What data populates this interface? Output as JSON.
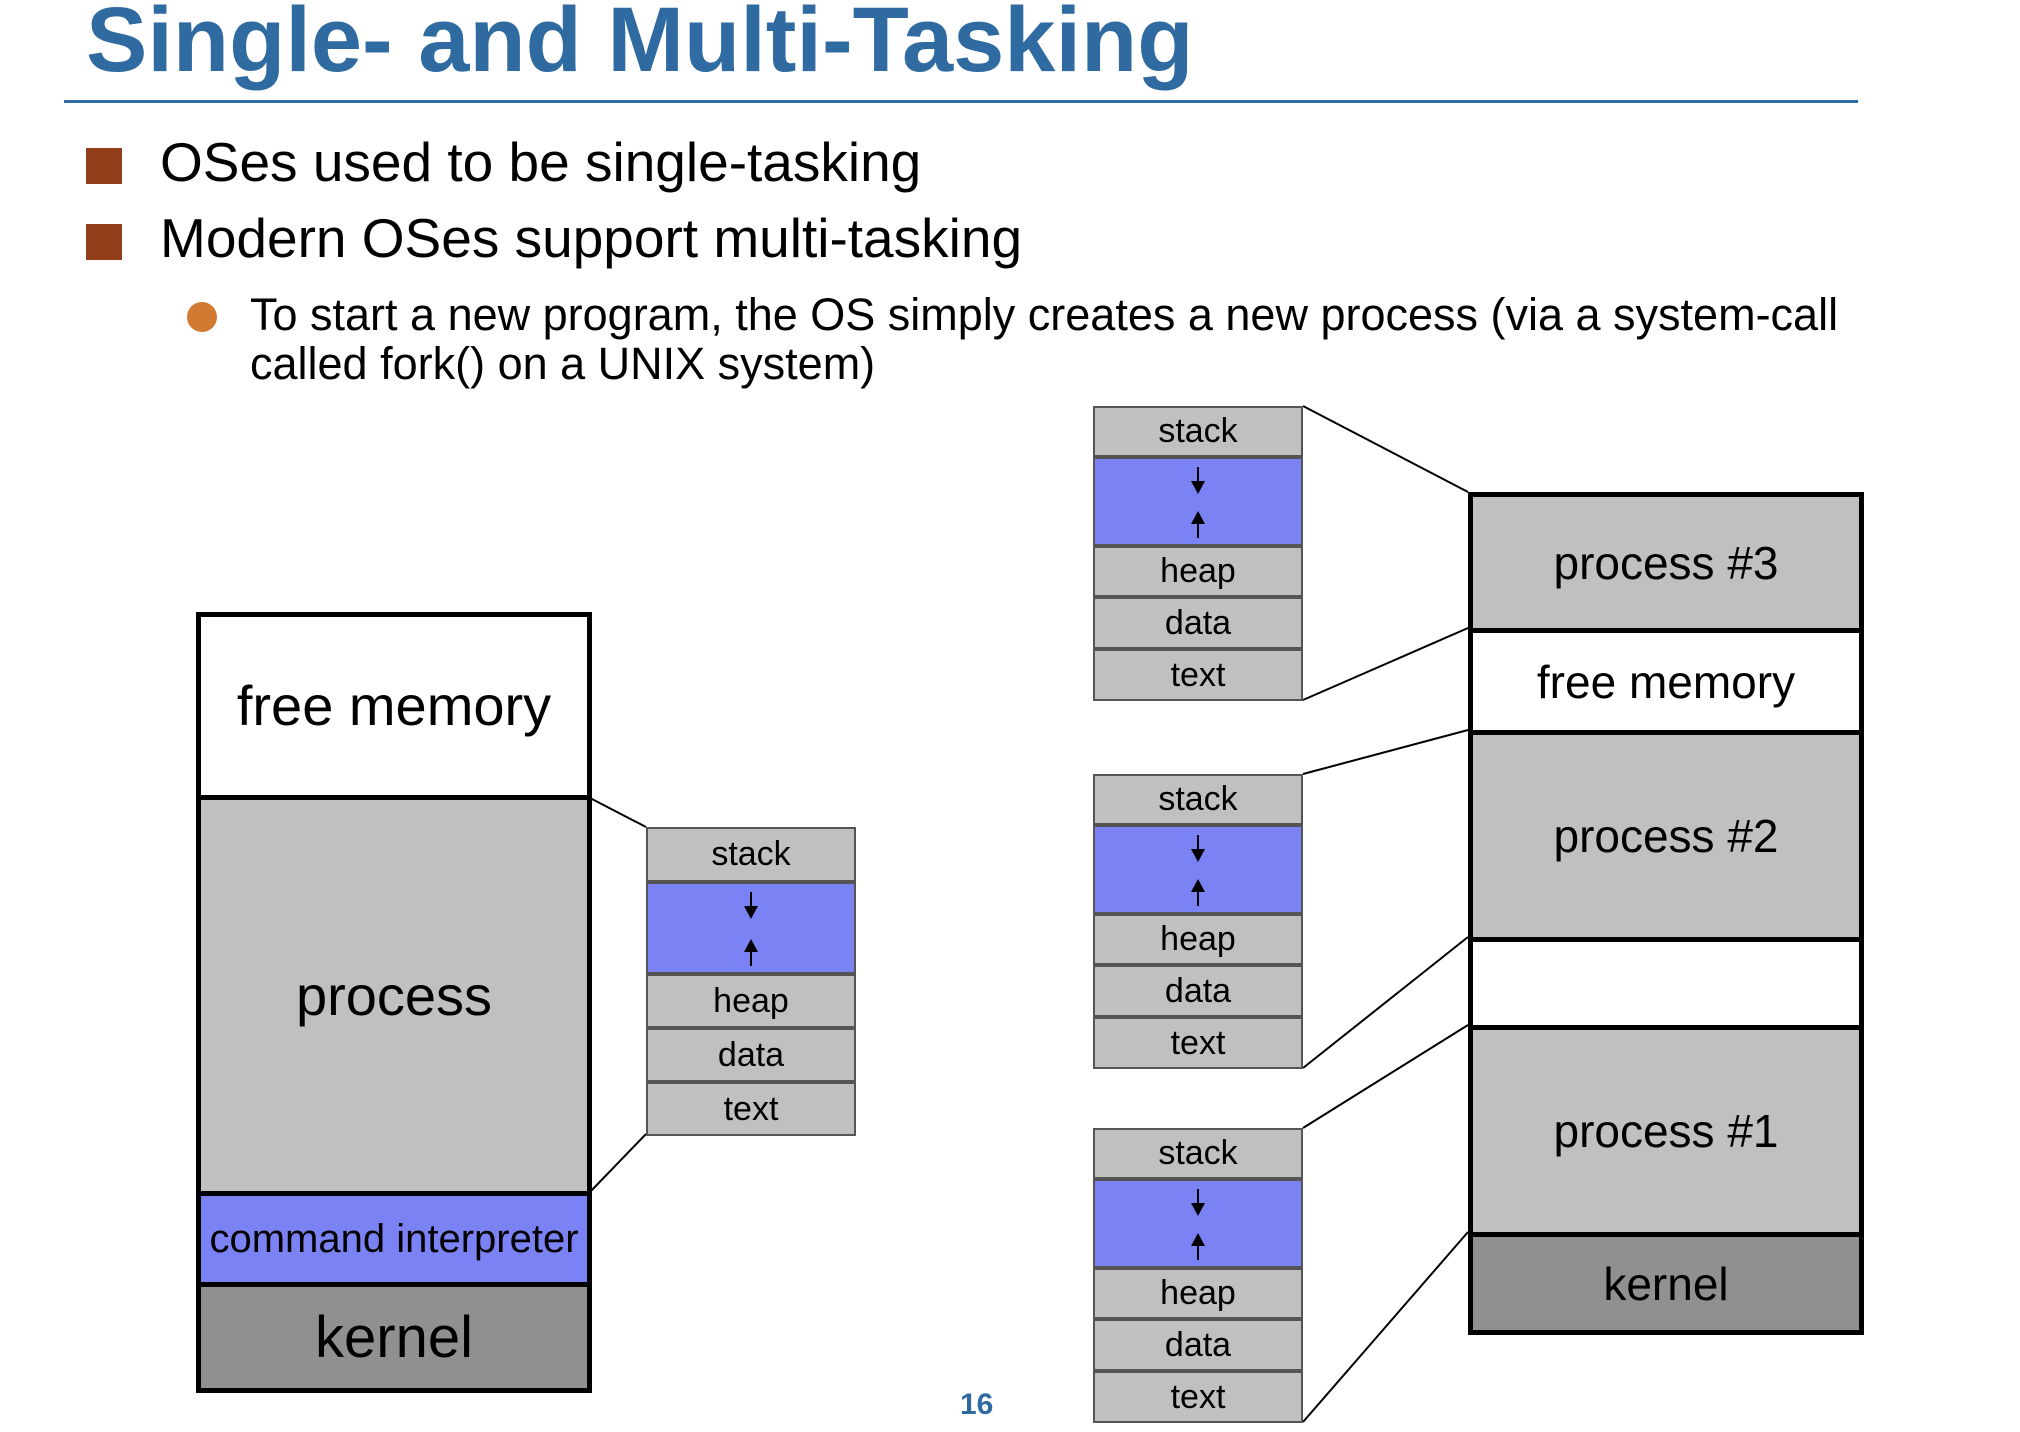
{
  "slide": {
    "title": "Single- and Multi-Tasking",
    "bullets": [
      "OSes used to be single-tasking",
      "Modern OSes support multi-tasking"
    ],
    "sub_bullet": "To start a new program, the OS simply creates a new process (via a system-call called fork() on a UNIX system)",
    "page_number": "16"
  },
  "single": {
    "free_memory": "free memory",
    "process": "process",
    "command_interpreter": "command interpreter",
    "kernel": "kernel"
  },
  "multi": {
    "process3": "process #3",
    "free_memory": "free memory",
    "process2": "process #2",
    "process1": "process #1",
    "kernel": "kernel"
  },
  "segments": {
    "stack": "stack",
    "heap": "heap",
    "data": "data",
    "text": "text"
  },
  "colors": {
    "title": "#2f6aa1",
    "bullet_square": "#923e1b",
    "bullet_dot": "#d27a31",
    "segment_gray": "#c0c0c0",
    "kernel_gray": "#909090",
    "free_space_blue": "#7b82f4"
  }
}
